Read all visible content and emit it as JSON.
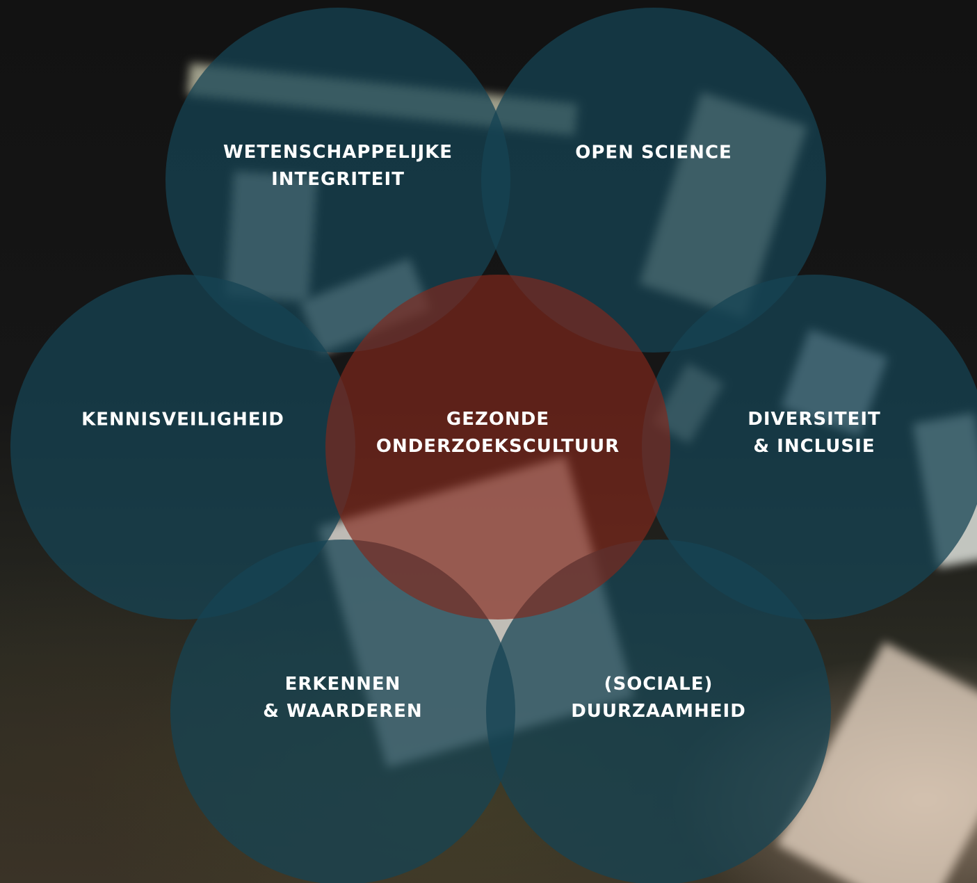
{
  "diagram": {
    "center": {
      "lines": [
        "GEZONDE",
        "ONDERZOEKSCULTUUR"
      ]
    },
    "petals": [
      {
        "id": "wetenschappelijke-integriteit",
        "lines": [
          "WETENSCHAPPELIJKE",
          "INTEGRITEIT"
        ]
      },
      {
        "id": "open-science",
        "lines": [
          "OPEN SCIENCE"
        ]
      },
      {
        "id": "kennisveiligheid",
        "lines": [
          "KENNISVEILIGHEID"
        ]
      },
      {
        "id": "diversiteit-inclusie",
        "lines": [
          "DIVERSITEIT",
          "& INCLUSIE"
        ]
      },
      {
        "id": "erkennen-waarderen",
        "lines": [
          "ERKENNEN",
          "& WAARDEREN"
        ]
      },
      {
        "id": "sociale-duurzaamheid",
        "lines": [
          "(SOCIALE)",
          "DUURZAAMHEID"
        ]
      }
    ],
    "colors": {
      "petal_fill": "#164454",
      "center_fill": "#82281c",
      "text": "#ffffff"
    }
  }
}
